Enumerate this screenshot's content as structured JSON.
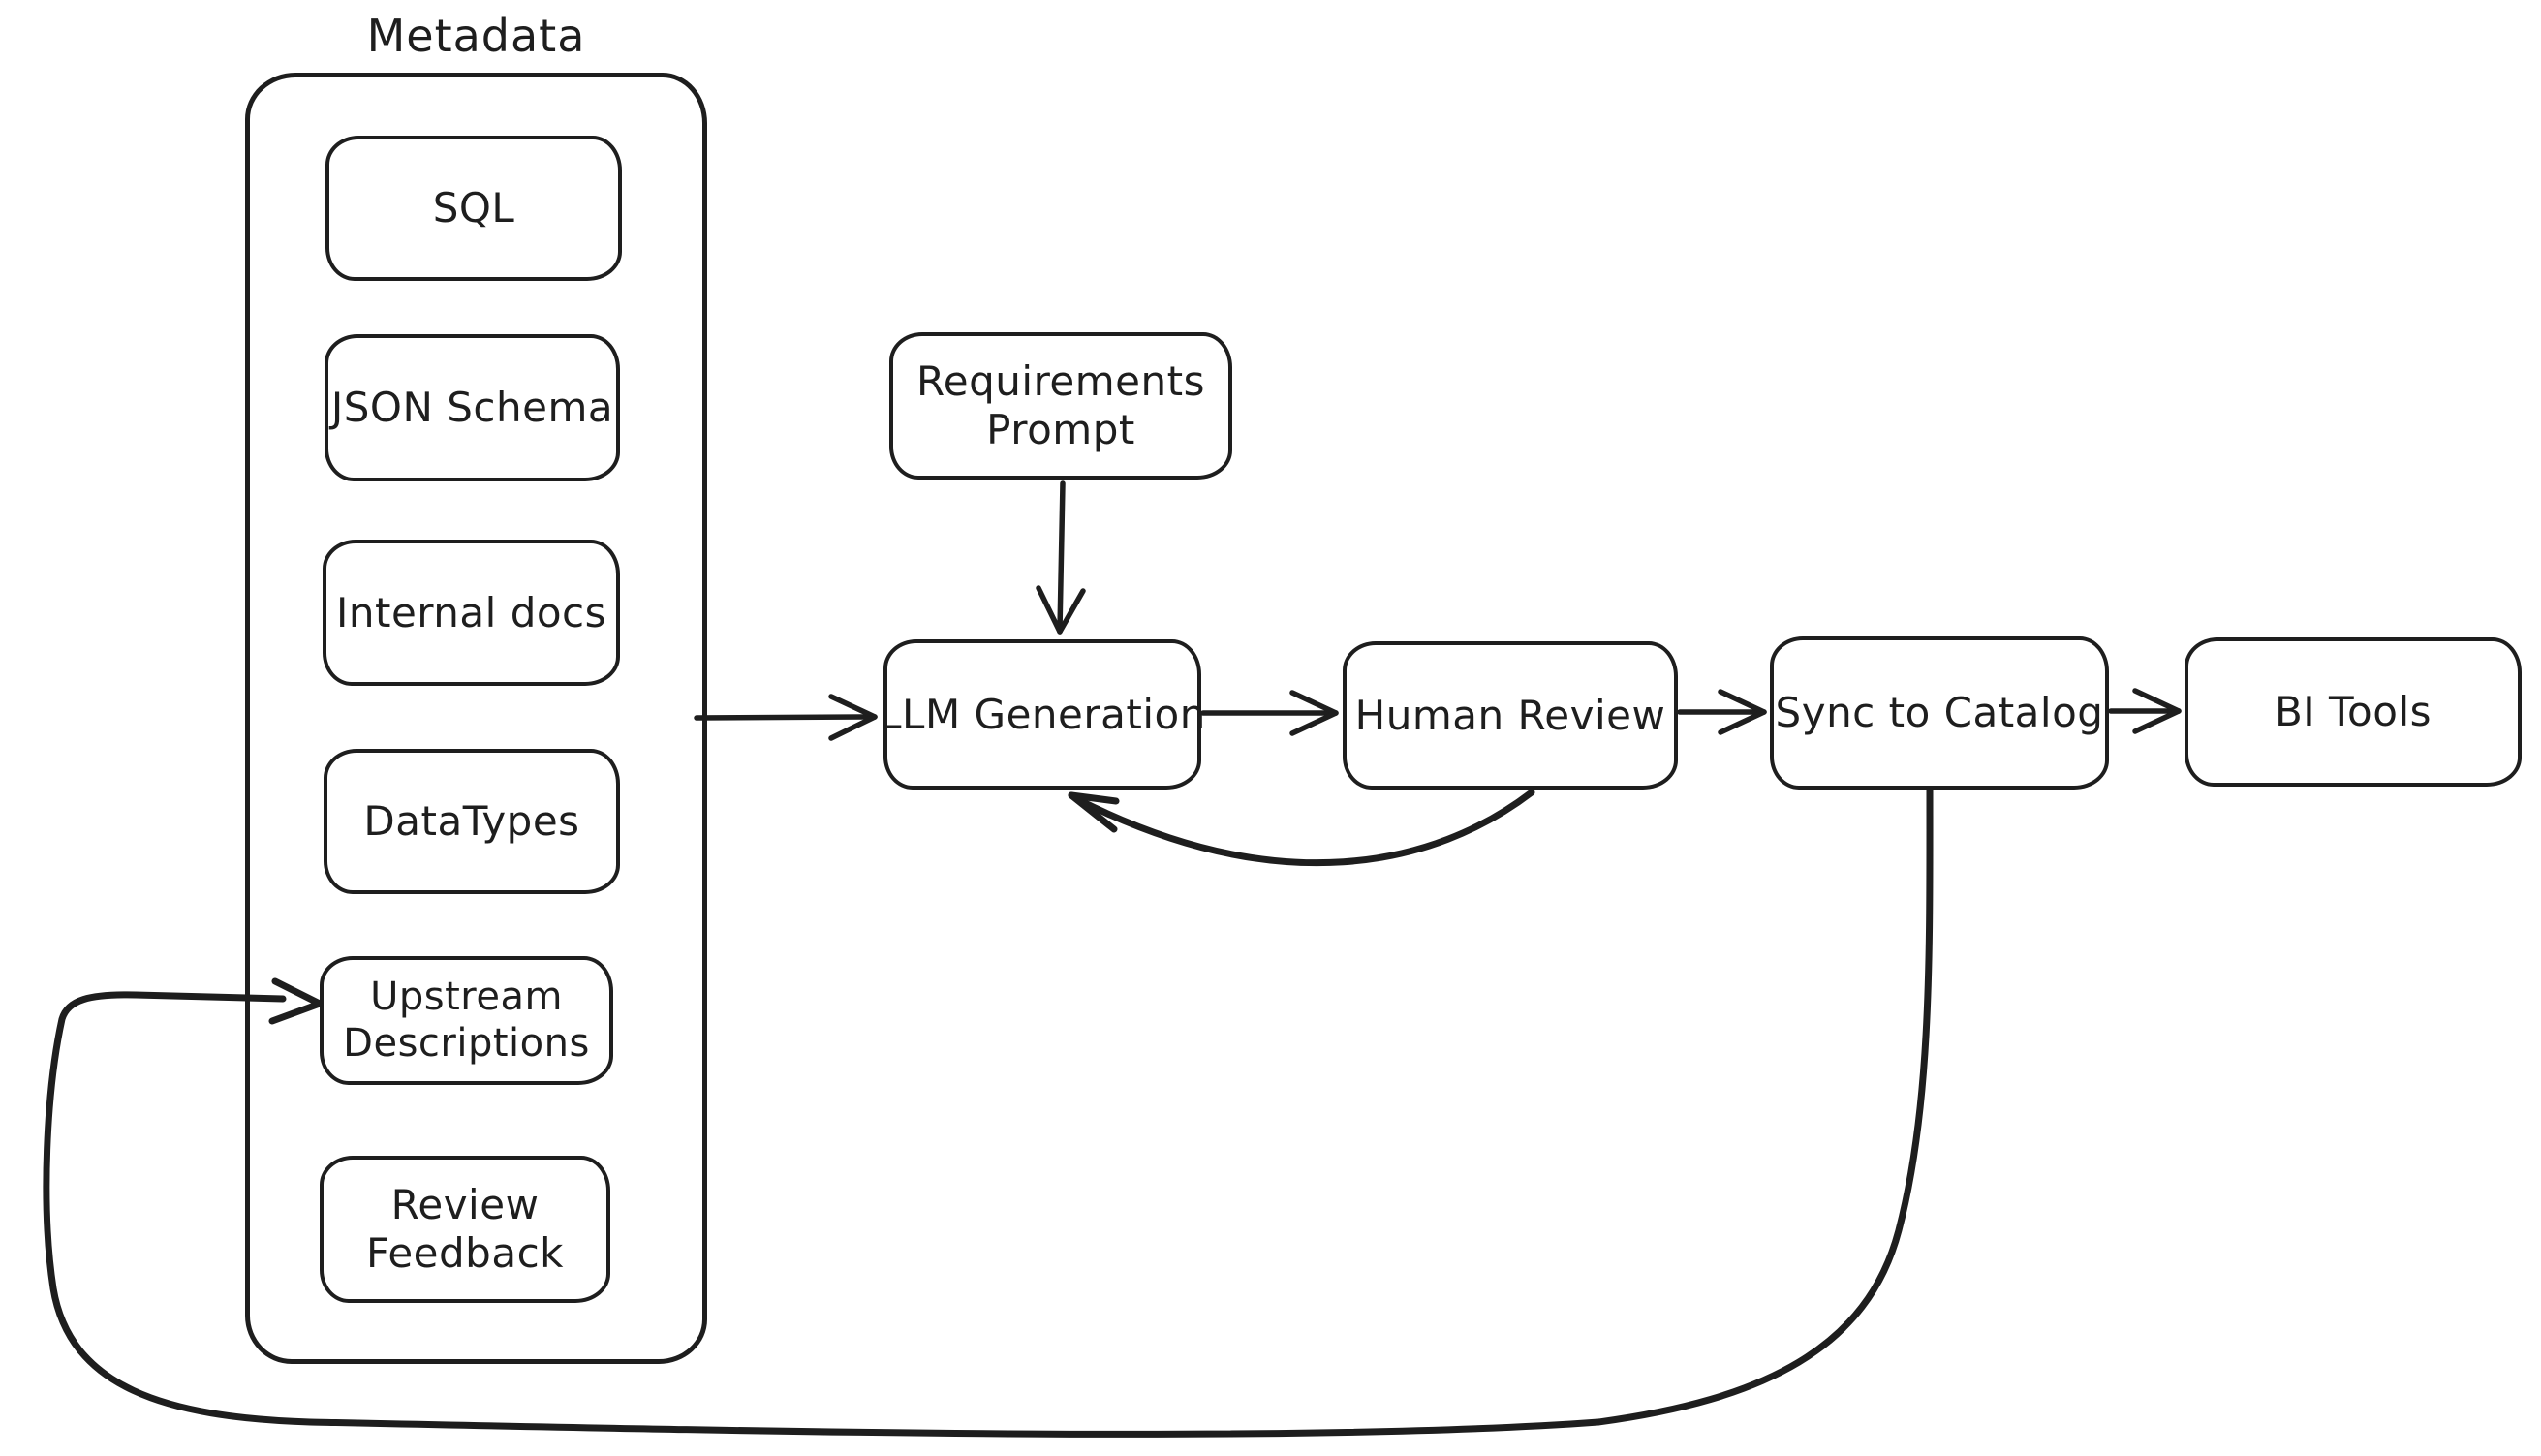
{
  "canvas": {
    "background": "#ffffff",
    "stroke_color": "#1e1e1e"
  },
  "nodes": {
    "metadata_title": "Metadata",
    "sql": "SQL",
    "json_schema": "JSON Schema",
    "internal_docs": "Internal docs",
    "datatypes": "DataTypes",
    "upstream_line1": "Upstream",
    "upstream_line2": "Descriptions",
    "review_line1": "Review",
    "review_line2": "Feedback",
    "requirements_line1": "Requirements",
    "requirements_line2": "Prompt",
    "llm": "LLM Generation",
    "human": "Human Review",
    "sync": "Sync to Catalog",
    "bi": "BI Tools"
  },
  "edges": [
    {
      "from": "Requirements Prompt",
      "to": "LLM Generation",
      "type": "arrow"
    },
    {
      "from": "Metadata",
      "to": "LLM Generation",
      "type": "arrow"
    },
    {
      "from": "LLM Generation",
      "to": "Human Review",
      "type": "arrow"
    },
    {
      "from": "Human Review",
      "to": "Sync to Catalog",
      "type": "arrow"
    },
    {
      "from": "Sync to Catalog",
      "to": "BI Tools",
      "type": "arrow"
    },
    {
      "from": "Human Review",
      "to": "LLM Generation",
      "type": "feedback-curve"
    },
    {
      "from": "Sync to Catalog",
      "to": "Upstream Descriptions",
      "type": "feedback-loop"
    }
  ]
}
